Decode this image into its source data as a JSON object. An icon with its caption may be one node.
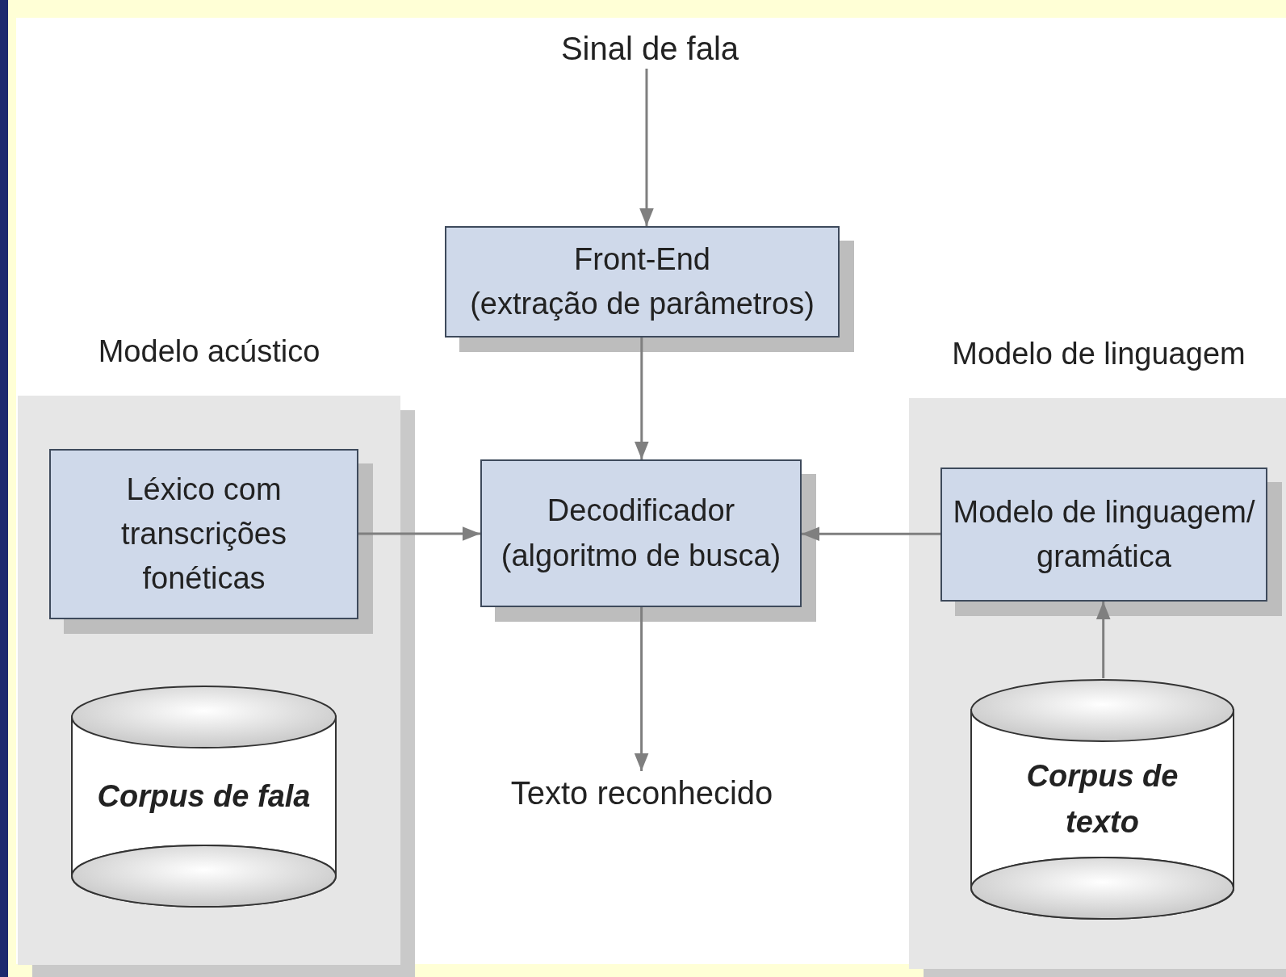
{
  "diagram": {
    "nodes": [
      {
        "text": [
          "Sinal de fala"
        ]
      },
      {
        "text": [
          "Front-End",
          "(extração de parâmetros)"
        ]
      },
      {
        "text": [
          "Modelo acústico"
        ]
      },
      {
        "text": [
          "Léxico com transcrições fonéticas"
        ],
        "in": 2
      },
      {
        "text": [
          "Corpus de fala"
        ],
        "in": 2
      },
      {
        "text": [
          "Decodificador",
          "(algoritmo de busca)"
        ]
      },
      {
        "text": [
          "Texto reconhecido"
        ]
      },
      {
        "text": [
          "Modelo de linguagem"
        ]
      },
      {
        "text": [
          "Modelo de linguagem/ gramática"
        ],
        "in": 7
      },
      {
        "text": [
          "Corpus de texto"
        ],
        "in": 7
      }
    ],
    "edges": [
      {
        "from": 0,
        "to": 1,
        "arrow": "to"
      },
      {
        "from": 1,
        "to": 5,
        "arrow": "to"
      },
      {
        "from": 3,
        "to": 5,
        "arrow": "to"
      },
      {
        "from": 8,
        "to": 5,
        "arrow": "to"
      },
      {
        "from": 5,
        "to": 6,
        "arrow": "to"
      },
      {
        "from": 9,
        "to": 8,
        "arrow": "to"
      }
    ]
  }
}
